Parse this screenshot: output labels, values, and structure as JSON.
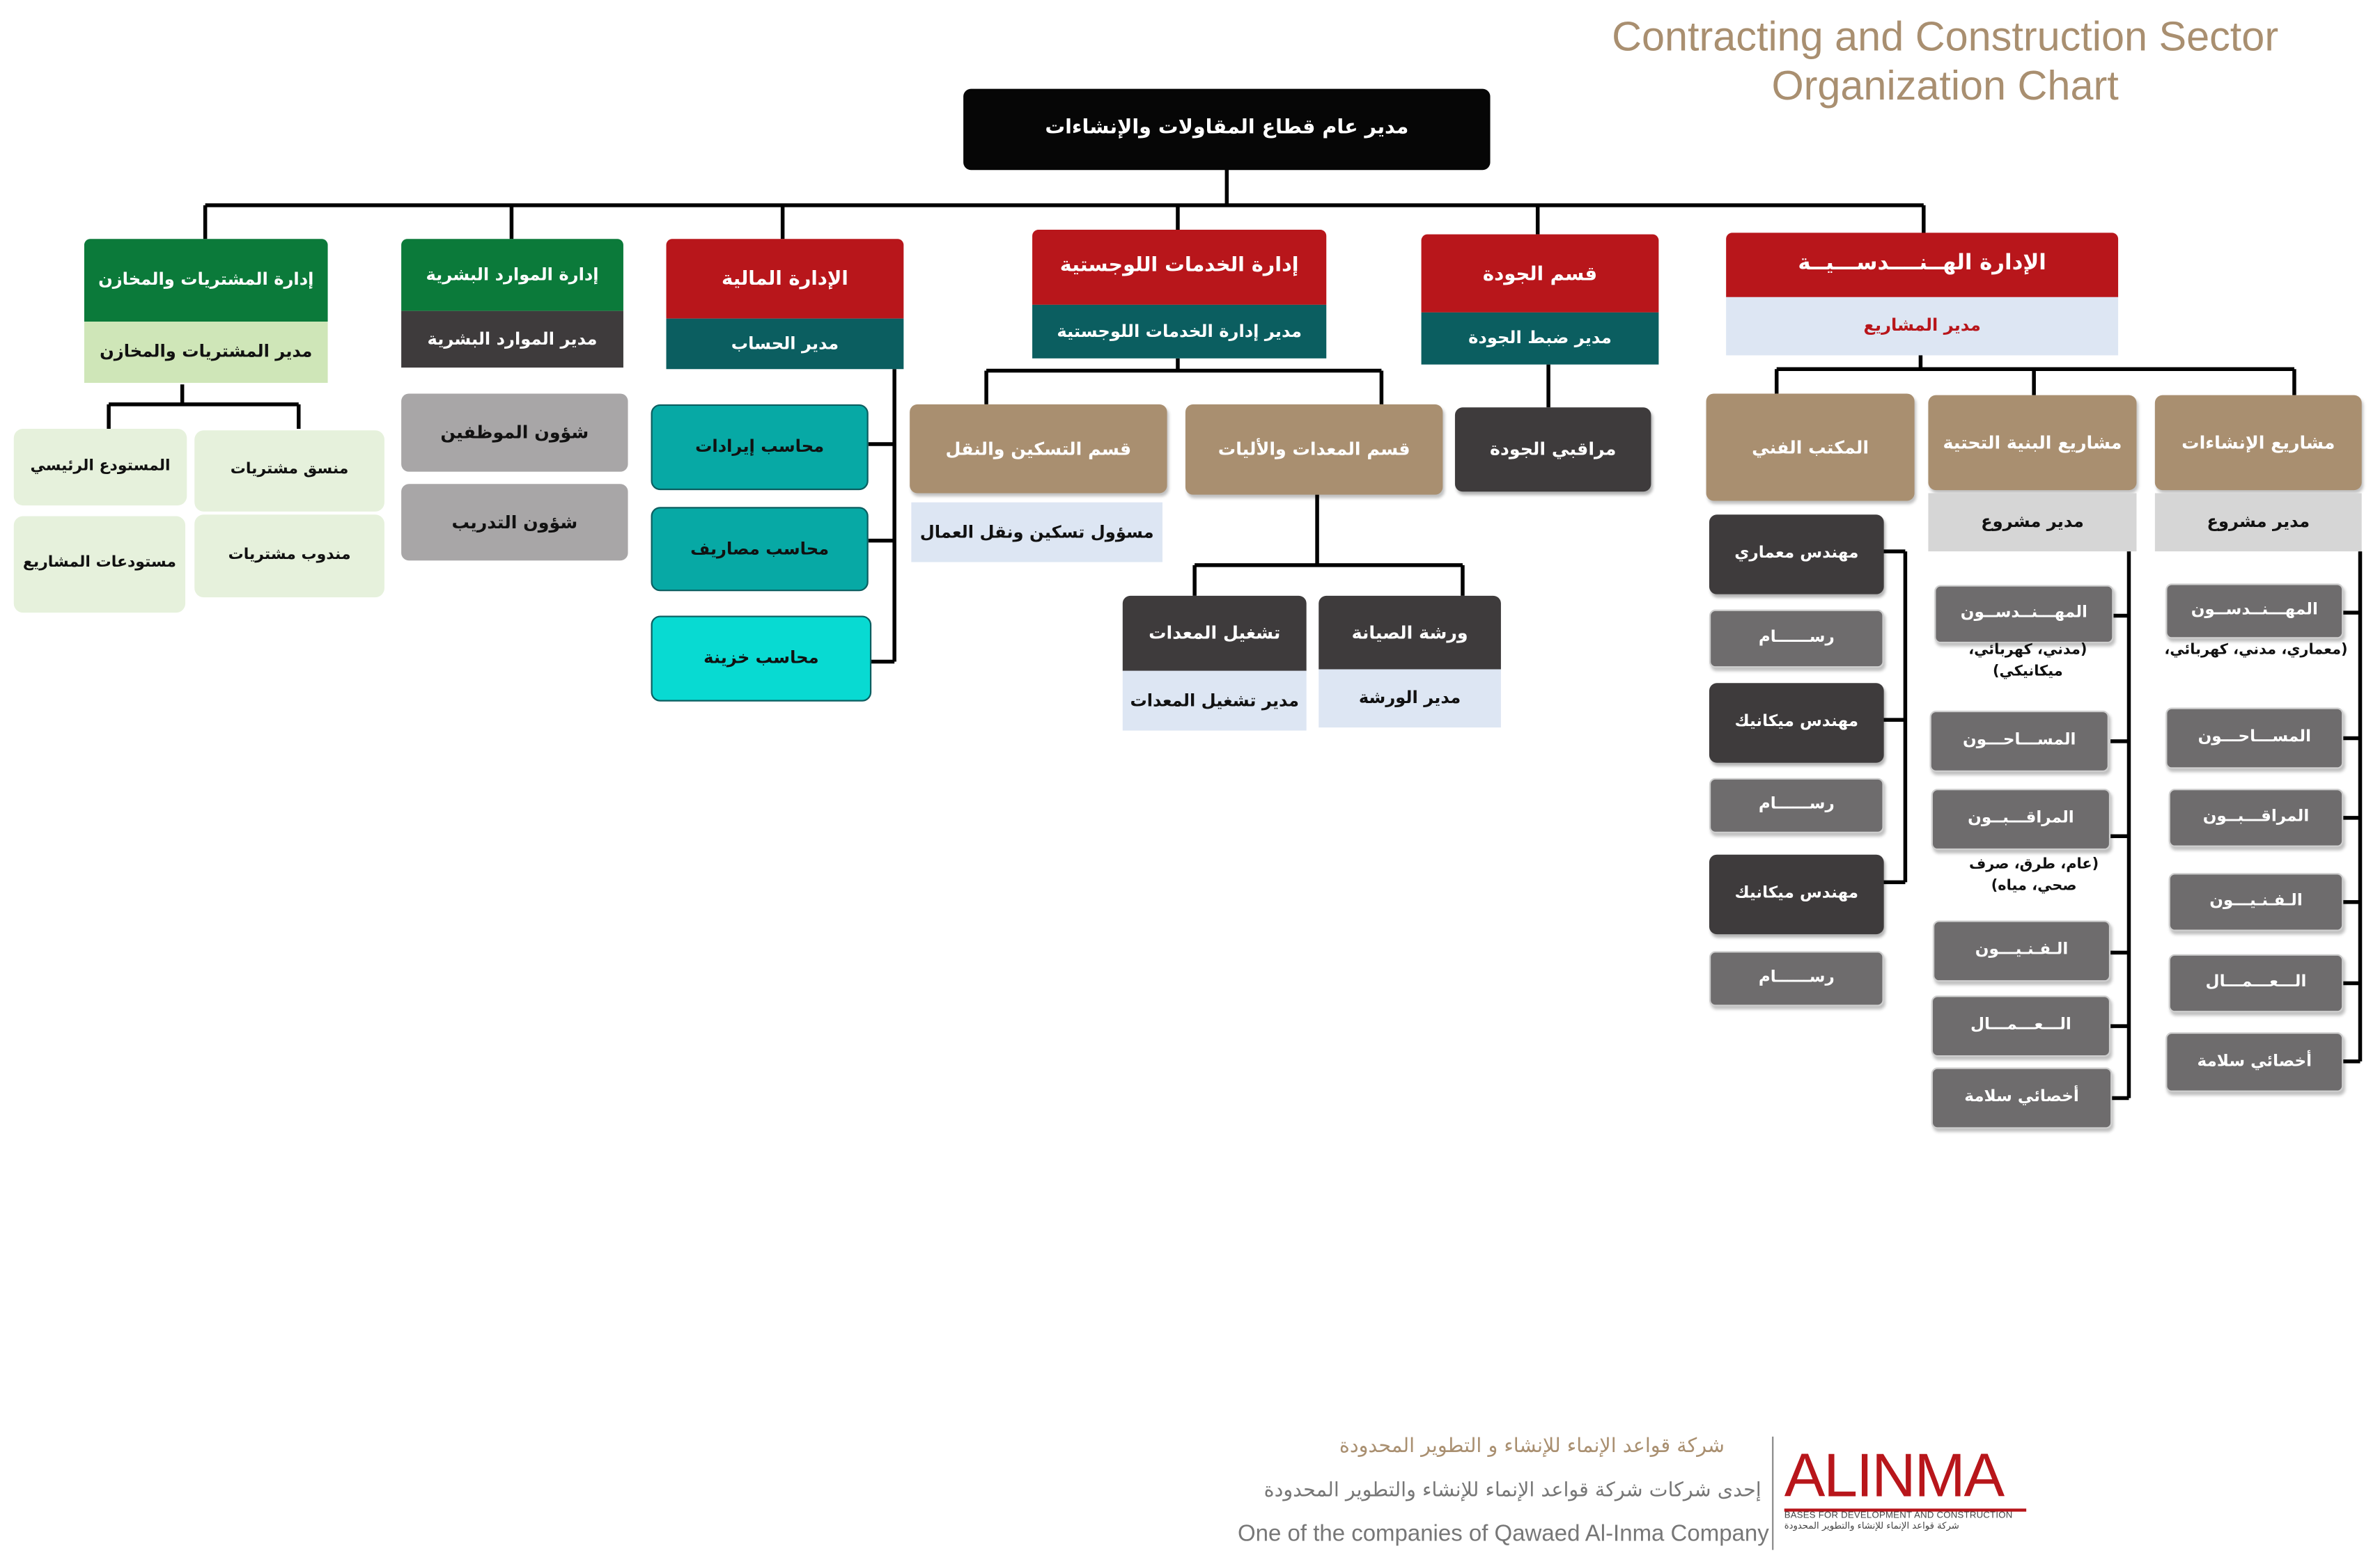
{
  "title": {
    "line1": "Contracting and Construction Sector",
    "line2": "Organization Chart"
  },
  "top": {
    "label": "مدير عام قطاع المقاولات والإنشاءات"
  },
  "engineering": {
    "label": "الإدارة الهــنــــدســـيــة",
    "sub": "مدير المشاريع",
    "construction": {
      "label": "مشاريع الإنشاءات",
      "sub": "مدير مشروع",
      "items": [
        "المهـــنــدســون",
        "المســـاحـــون",
        "المراقـــبــون",
        "الـفـنـيـــون",
        "الـــعـــمـــال",
        "أخصائي سلامة"
      ],
      "note": "(معماري، مدني، كهربائي،"
    },
    "infrastructure": {
      "label": "مشاريع البنية التحتية",
      "sub": "مدير مشروع",
      "items": [
        "المهـــنــدســون",
        "المســـاحـــون",
        "المراقـــبــون",
        "الـفـنـيـــون",
        "الـــعـــمـــال",
        "أخصائي سلامة"
      ],
      "note1": "(مدني، كهربائي، ميكانيكي)",
      "note2": "(عام، طرق، صرف صحي، مياه)"
    },
    "technical_office": {
      "label": "المكتب الفني",
      "items": [
        "مهندس معماري",
        "رســــــام",
        "مهندس ميكانيك",
        "رســــــام",
        "مهندس ميكانيك",
        "رســــــام"
      ]
    }
  },
  "quality": {
    "label": "قسم الجودة",
    "sub": "مدير ضبط الجودة",
    "child": "مراقبي الجودة"
  },
  "logistics": {
    "label": "إدارة الخدمات اللوجستية",
    "sub": "مدير إدارة الخدمات اللوجستية",
    "equipment": {
      "label": "قسم المعدات والأليات",
      "workshop": "ورشة الصيانة",
      "workshop_sub": "مدير الورشة",
      "operation": "تشغيل المعدات",
      "operation_sub": "مدير تشغيل المعدات"
    },
    "housing": {
      "label": "قسم التسكين والنقل",
      "sub": "مسؤول تسكين ونقل العمال"
    }
  },
  "finance": {
    "label": "الإدارة المالية",
    "sub": "مدير الحساب",
    "items": [
      "محاسب إيرادات",
      "محاسب مصاريف",
      "محاسب خزينة"
    ]
  },
  "hr": {
    "label": "إدارة الموارد البشرية",
    "sub": "مدير الموارد البشرية",
    "items": [
      "شؤون الموظفين",
      "شؤون التدريب"
    ]
  },
  "procurement": {
    "label": "إدارة المشتريات والمخازن",
    "sub": "مدير المشتريات والمخازن",
    "items": [
      "منسق مشتريات",
      "المستودع الرئيسي",
      "مندوب مشتريات",
      "مستودعات المشاريع"
    ]
  },
  "footer": {
    "company_ar": "شركة قواعد الإنماء للإنشاء و التطوير المحدودة",
    "affiliate_ar": "إحدى شركات شركة قواعد الإنماء للإنشاء والتطوير المحدودة",
    "affiliate_en": "One of the companies of Qawaed Al-Inma Company",
    "logo": {
      "word": "ALINMA",
      "sub_en": "BASES FOR DEVELOPMENT AND CONSTRUCTION",
      "sub_ar": "شركة قواعد الإنماء للإنشاء والتطوير المحدودة"
    }
  },
  "colors": {
    "brand_red": "#b8161b",
    "brand_tan": "#a98f70",
    "teal_dark": "#0b5e60",
    "green": "#0b7a3a"
  }
}
